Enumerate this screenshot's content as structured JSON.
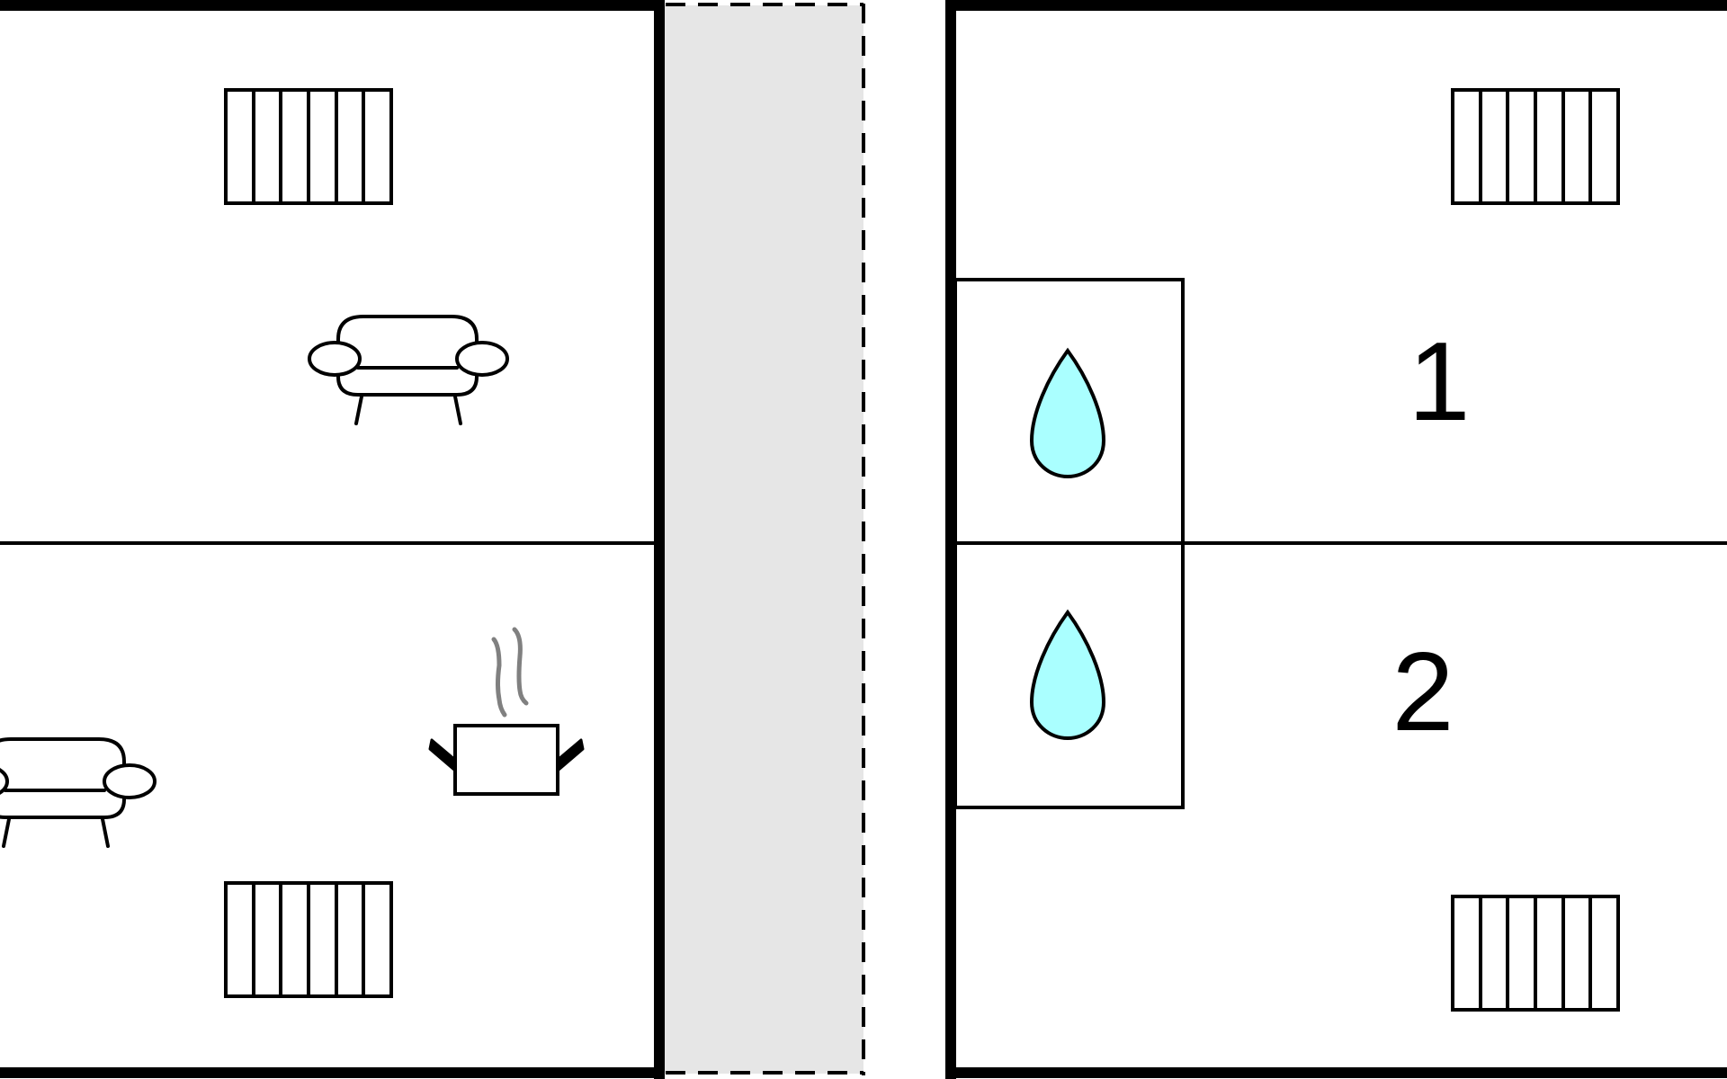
{
  "plan": {
    "rooms": [
      {
        "id": "living",
        "icons": [
          "radiator-icon",
          "sofa-icon"
        ]
      },
      {
        "id": "kitchen-living",
        "icons": [
          "sofa-icon",
          "cooking-pot-icon",
          "radiator-icon"
        ]
      },
      {
        "id": "bedroom-1",
        "label": "1",
        "icons": [
          "radiator-icon"
        ]
      },
      {
        "id": "bedroom-2",
        "label": "2",
        "icons": [
          "radiator-icon"
        ]
      },
      {
        "id": "bathroom-1",
        "icons": [
          "water-drop-icon"
        ]
      },
      {
        "id": "bathroom-2",
        "icons": [
          "water-drop-icon"
        ]
      },
      {
        "id": "corridor",
        "icons": []
      }
    ],
    "colors": {
      "wall": "#000000",
      "corridor_fill": "#e6e6e6",
      "water": "#aaffff",
      "steam": "#808080",
      "background": "#ffffff"
    }
  }
}
